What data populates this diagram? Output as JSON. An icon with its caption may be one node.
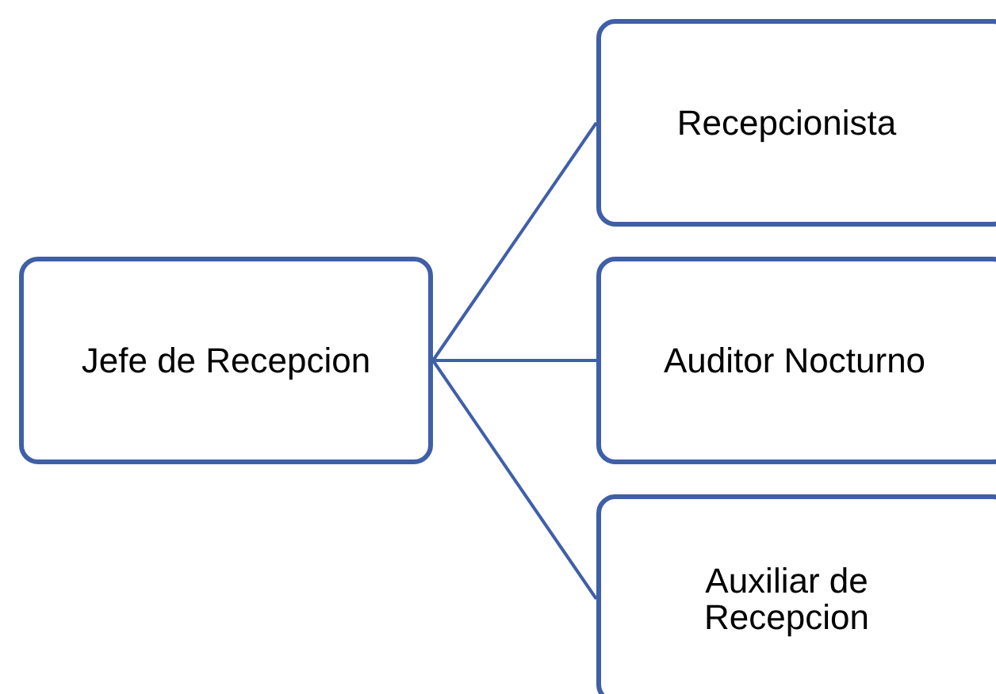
{
  "diagram": {
    "nodes": [
      {
        "text": [
          "Jefe de Recepcion"
        ]
      },
      {
        "text": [
          "Recepcionista"
        ]
      },
      {
        "text": [
          "Auditor Nocturno"
        ]
      },
      {
        "text": [
          "Auxiliar de Recepcion"
        ]
      }
    ],
    "edges": [
      {
        "from": 0,
        "to": 1,
        "arrow": "none"
      },
      {
        "from": 0,
        "to": 2,
        "arrow": "none"
      },
      {
        "from": 0,
        "to": 3,
        "arrow": "none"
      }
    ]
  }
}
